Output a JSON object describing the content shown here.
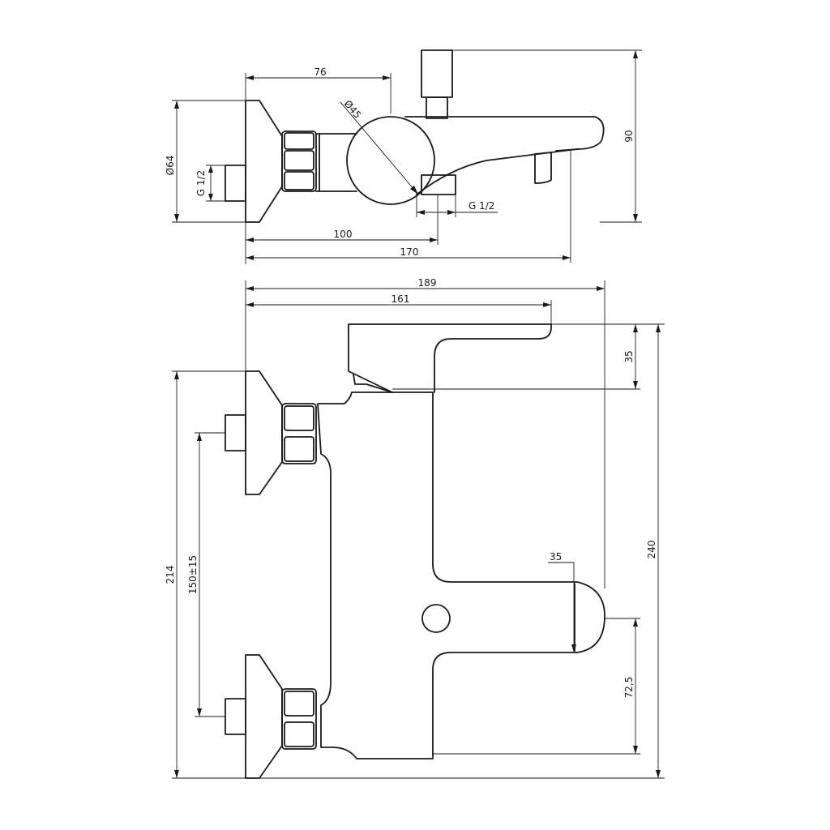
{
  "drawing": {
    "top_view": {
      "dim_76": "76",
      "dim_d45": "Ø45",
      "dim_90": "90",
      "dim_d64": "Ø64",
      "dim_g12_left": "G 1/2",
      "dim_g12_right": "G 1/2",
      "dim_100": "100",
      "dim_170": "170"
    },
    "front_view": {
      "dim_189": "189",
      "dim_161": "161",
      "dim_35_top": "35",
      "dim_35_mid": "35",
      "dim_240": "240",
      "dim_214": "214",
      "dim_150": "150±15",
      "dim_72_5": "72,5"
    }
  }
}
